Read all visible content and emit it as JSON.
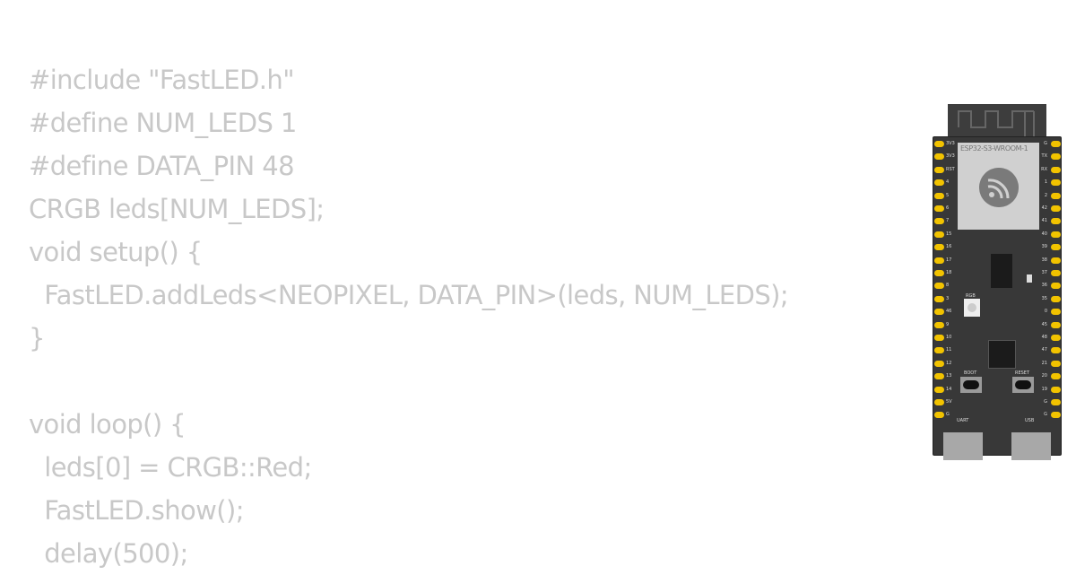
{
  "code": {
    "lines": [
      "#include \"FastLED.h\"",
      "#define NUM_LEDS 1",
      "#define DATA_PIN 48",
      "CRGB leds[NUM_LEDS];",
      "void setup() {",
      "  FastLED.addLeds<NEOPIXEL, DATA_PIN>(leds, NUM_LEDS);",
      "}",
      "",
      "void loop() {",
      "  leds[0] = CRGB::Red;",
      "  FastLED.show();",
      "  delay(500);"
    ]
  },
  "board": {
    "module_label": "ESP32-S3-WROOM-1",
    "left_pins": [
      "3V3",
      "3V3",
      "RST",
      "4",
      "5",
      "6",
      "7",
      "15",
      "16",
      "17",
      "18",
      "8",
      "3",
      "46",
      "9",
      "10",
      "11",
      "12",
      "13",
      "14",
      "5V",
      "G"
    ],
    "right_pins": [
      "G",
      "TX",
      "RX",
      "1",
      "2",
      "42",
      "41",
      "40",
      "39",
      "38",
      "37",
      "36",
      "35",
      "0",
      "45",
      "48",
      "47",
      "21",
      "20",
      "19",
      "G",
      "G"
    ],
    "rgb_label": "RGB",
    "boot_label": "BOOT",
    "reset_label": "RESET",
    "uart_label": "UART",
    "usb_label": "USB",
    "pin_color": "#f2c300",
    "pcb_color": "#383838"
  }
}
